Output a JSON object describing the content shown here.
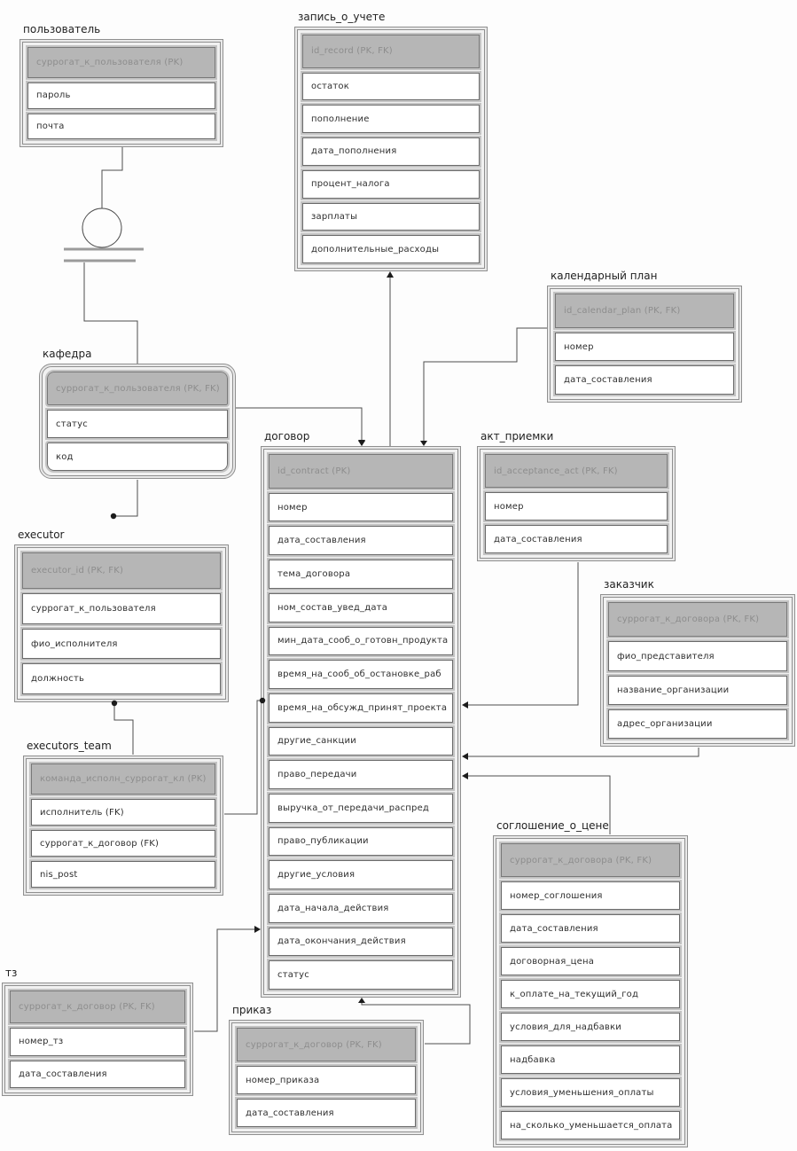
{
  "diagram_type": "entity-relationship-diagram",
  "colors": {
    "header_bg": "#b6b6b6",
    "header_text": "#8d8d8d",
    "row_bg": "#ffffff",
    "row_border": "#6a6a6a",
    "outer_border": "#8f8f8f",
    "connector": "#4d4d4d"
  },
  "entities": [
    {
      "id": "polzovatel",
      "title": "пользователь",
      "key": "суррогат_к_пользователя (PK)",
      "fields": [
        "пароль",
        "почта"
      ]
    },
    {
      "id": "zapis-o-uchete",
      "title": "запись_о_учете",
      "key": "id_record (PK, FK)",
      "fields": [
        "остаток",
        "пополнение",
        "дата_пополнения",
        "процент_налога",
        "зарплаты",
        "дополнительные_расходы"
      ]
    },
    {
      "id": "kalendarny-plan",
      "title": "календарный план",
      "key": "id_calendar_plan (PK, FK)",
      "fields": [
        "номер",
        "дата_составления"
      ]
    },
    {
      "id": "kafedra",
      "title": "кафедра",
      "key": "суррогат_к_пользователя (PK, FK)",
      "fields": [
        "статус",
        "код"
      ]
    },
    {
      "id": "dogovor",
      "title": "договор",
      "key": "id_contract (PK)",
      "fields": [
        "номер",
        "дата_составления",
        "тема_договора",
        "ном_состав_увед_дата",
        "мин_дата_сооб_о_готовн_продукта",
        "время_на_сооб_об_остановке_раб",
        "время_на_обсужд_принят_проекта",
        "другие_санкции",
        "право_передачи",
        "выручка_от_передачи_распред",
        "право_публикации",
        "другие_условия",
        "дата_начала_действия",
        "дата_окончания_действия",
        "статус"
      ]
    },
    {
      "id": "akt-priemki",
      "title": "акт_приемки",
      "key": "id_acceptance_act (PK, FK)",
      "fields": [
        "номер",
        "дата_составления"
      ]
    },
    {
      "id": "zakazchik",
      "title": "заказчик",
      "key": "суррогат_к_договора (PK, FK)",
      "fields": [
        "фио_представителя",
        "название_организации",
        "адрес_организации"
      ]
    },
    {
      "id": "executor",
      "title": "executor",
      "key": "executor_id (PK, FK)",
      "fields": [
        "суррогат_к_пользователя",
        "фио_исполнителя",
        "должность"
      ]
    },
    {
      "id": "executors-team",
      "title": "executors_team",
      "key": "команда_исполн_суррогат_кл (PK)",
      "fields": [
        "исполнитель (FK)",
        "суррогат_к_договор (FK)",
        "nis_post"
      ]
    },
    {
      "id": "soglashenie-o-cene",
      "title": "соглошение_о_цене",
      "key": "суррогат_к_договора (PK, FK)",
      "fields": [
        "номер_соглошения",
        "дата_составления",
        "договорная_цена",
        "к_оплате_на_текущий_год",
        "условия_для_надбавки",
        "надбавка",
        "условия_уменьшения_оплаты",
        "на_сколько_уменьшается_оплата"
      ]
    },
    {
      "id": "tz",
      "title": "тз",
      "key": "суррогат_к_договор (PK, FK)",
      "fields": [
        "номер_тз",
        "дата_составления"
      ]
    },
    {
      "id": "prikaz",
      "title": "приказ",
      "key": "суррогат_к_договор (PK, FK)",
      "fields": [
        "номер_приказа",
        "дата_составления"
      ]
    }
  ]
}
